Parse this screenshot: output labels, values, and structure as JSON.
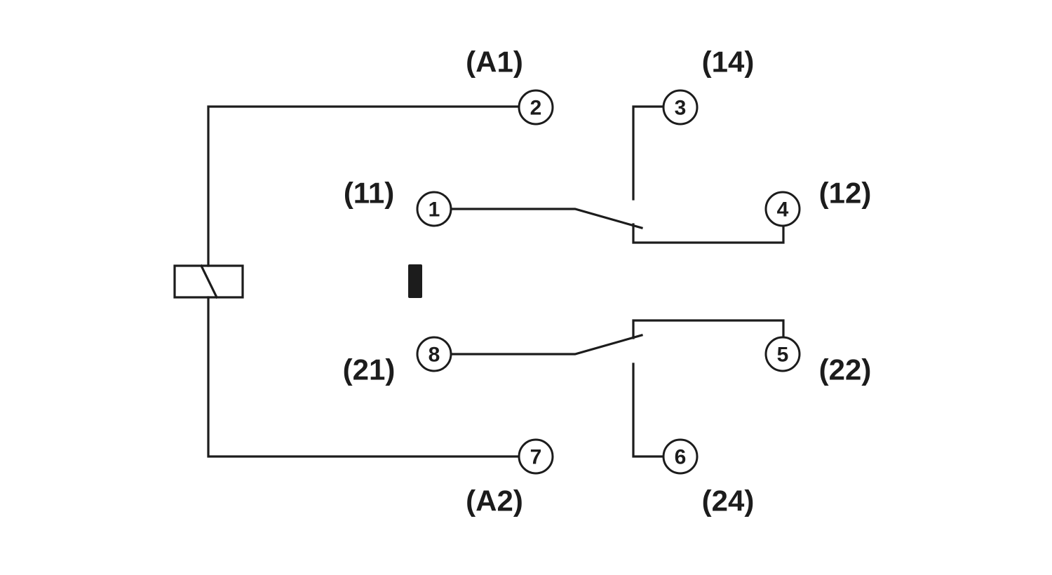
{
  "diagram": {
    "type": "relay-wiring-schematic",
    "description": "Relay with coil and two changeover contacts",
    "line_color": "#1c1c1c",
    "background": "#ffffff",
    "terminals": [
      {
        "id": "2",
        "label": "(A1)",
        "role": "coil"
      },
      {
        "id": "7",
        "label": "(A2)",
        "role": "coil"
      },
      {
        "id": "1",
        "label": "(11)",
        "role": "common-1"
      },
      {
        "id": "3",
        "label": "(14)",
        "role": "normally-open-1"
      },
      {
        "id": "4",
        "label": "(12)",
        "role": "normally-closed-1"
      },
      {
        "id": "8",
        "label": "(21)",
        "role": "common-2"
      },
      {
        "id": "5",
        "label": "(22)",
        "role": "normally-closed-2"
      },
      {
        "id": "6",
        "label": "(24)",
        "role": "normally-open-2"
      }
    ]
  }
}
